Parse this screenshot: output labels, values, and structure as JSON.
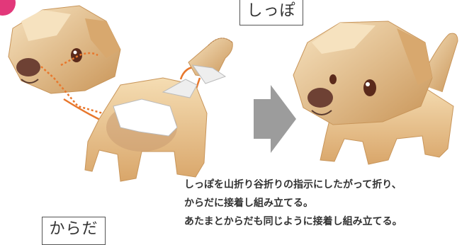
{
  "labels": {
    "tail": "しっぽ",
    "body": "からだ"
  },
  "instructions": [
    "しっぽを山折り谷折りの指示にしたがって折り、",
    "からだに接着し組み立てる。",
    "あたまとからだも同じように接着し組み立てる。"
  ],
  "colors": {
    "accent_tab": "#e2387a",
    "fold_arrow": "#e8772c",
    "next_arrow": "#9c9c9c",
    "fur": "#eac38f"
  },
  "icons": [
    "next-step-arrow-icon",
    "fold-arrow-icon"
  ]
}
